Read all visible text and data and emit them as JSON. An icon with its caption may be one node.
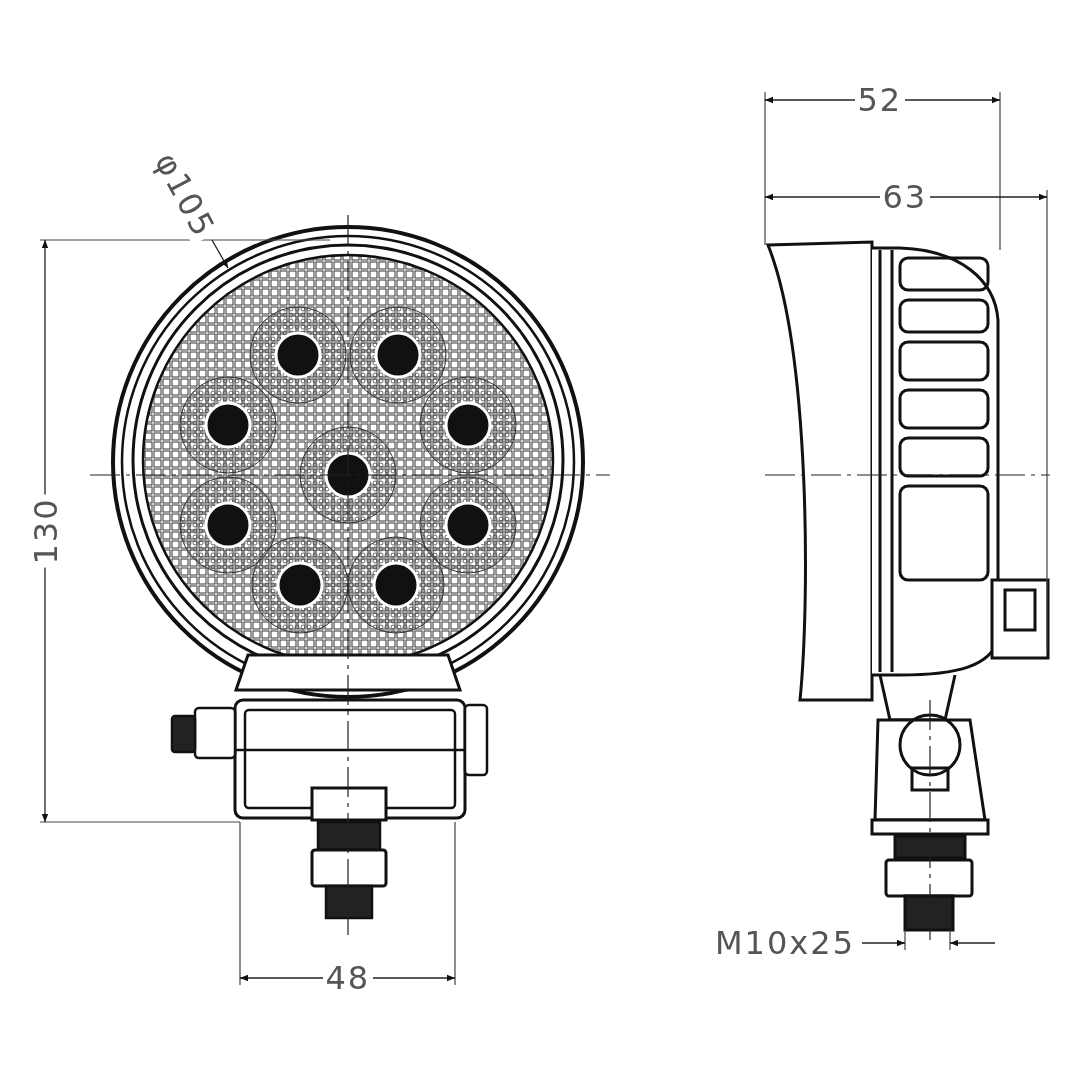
{
  "diagram": {
    "labels": [
      "52",
      "63",
      "φ105",
      "130",
      "M10x25",
      "48"
    ]
  }
}
